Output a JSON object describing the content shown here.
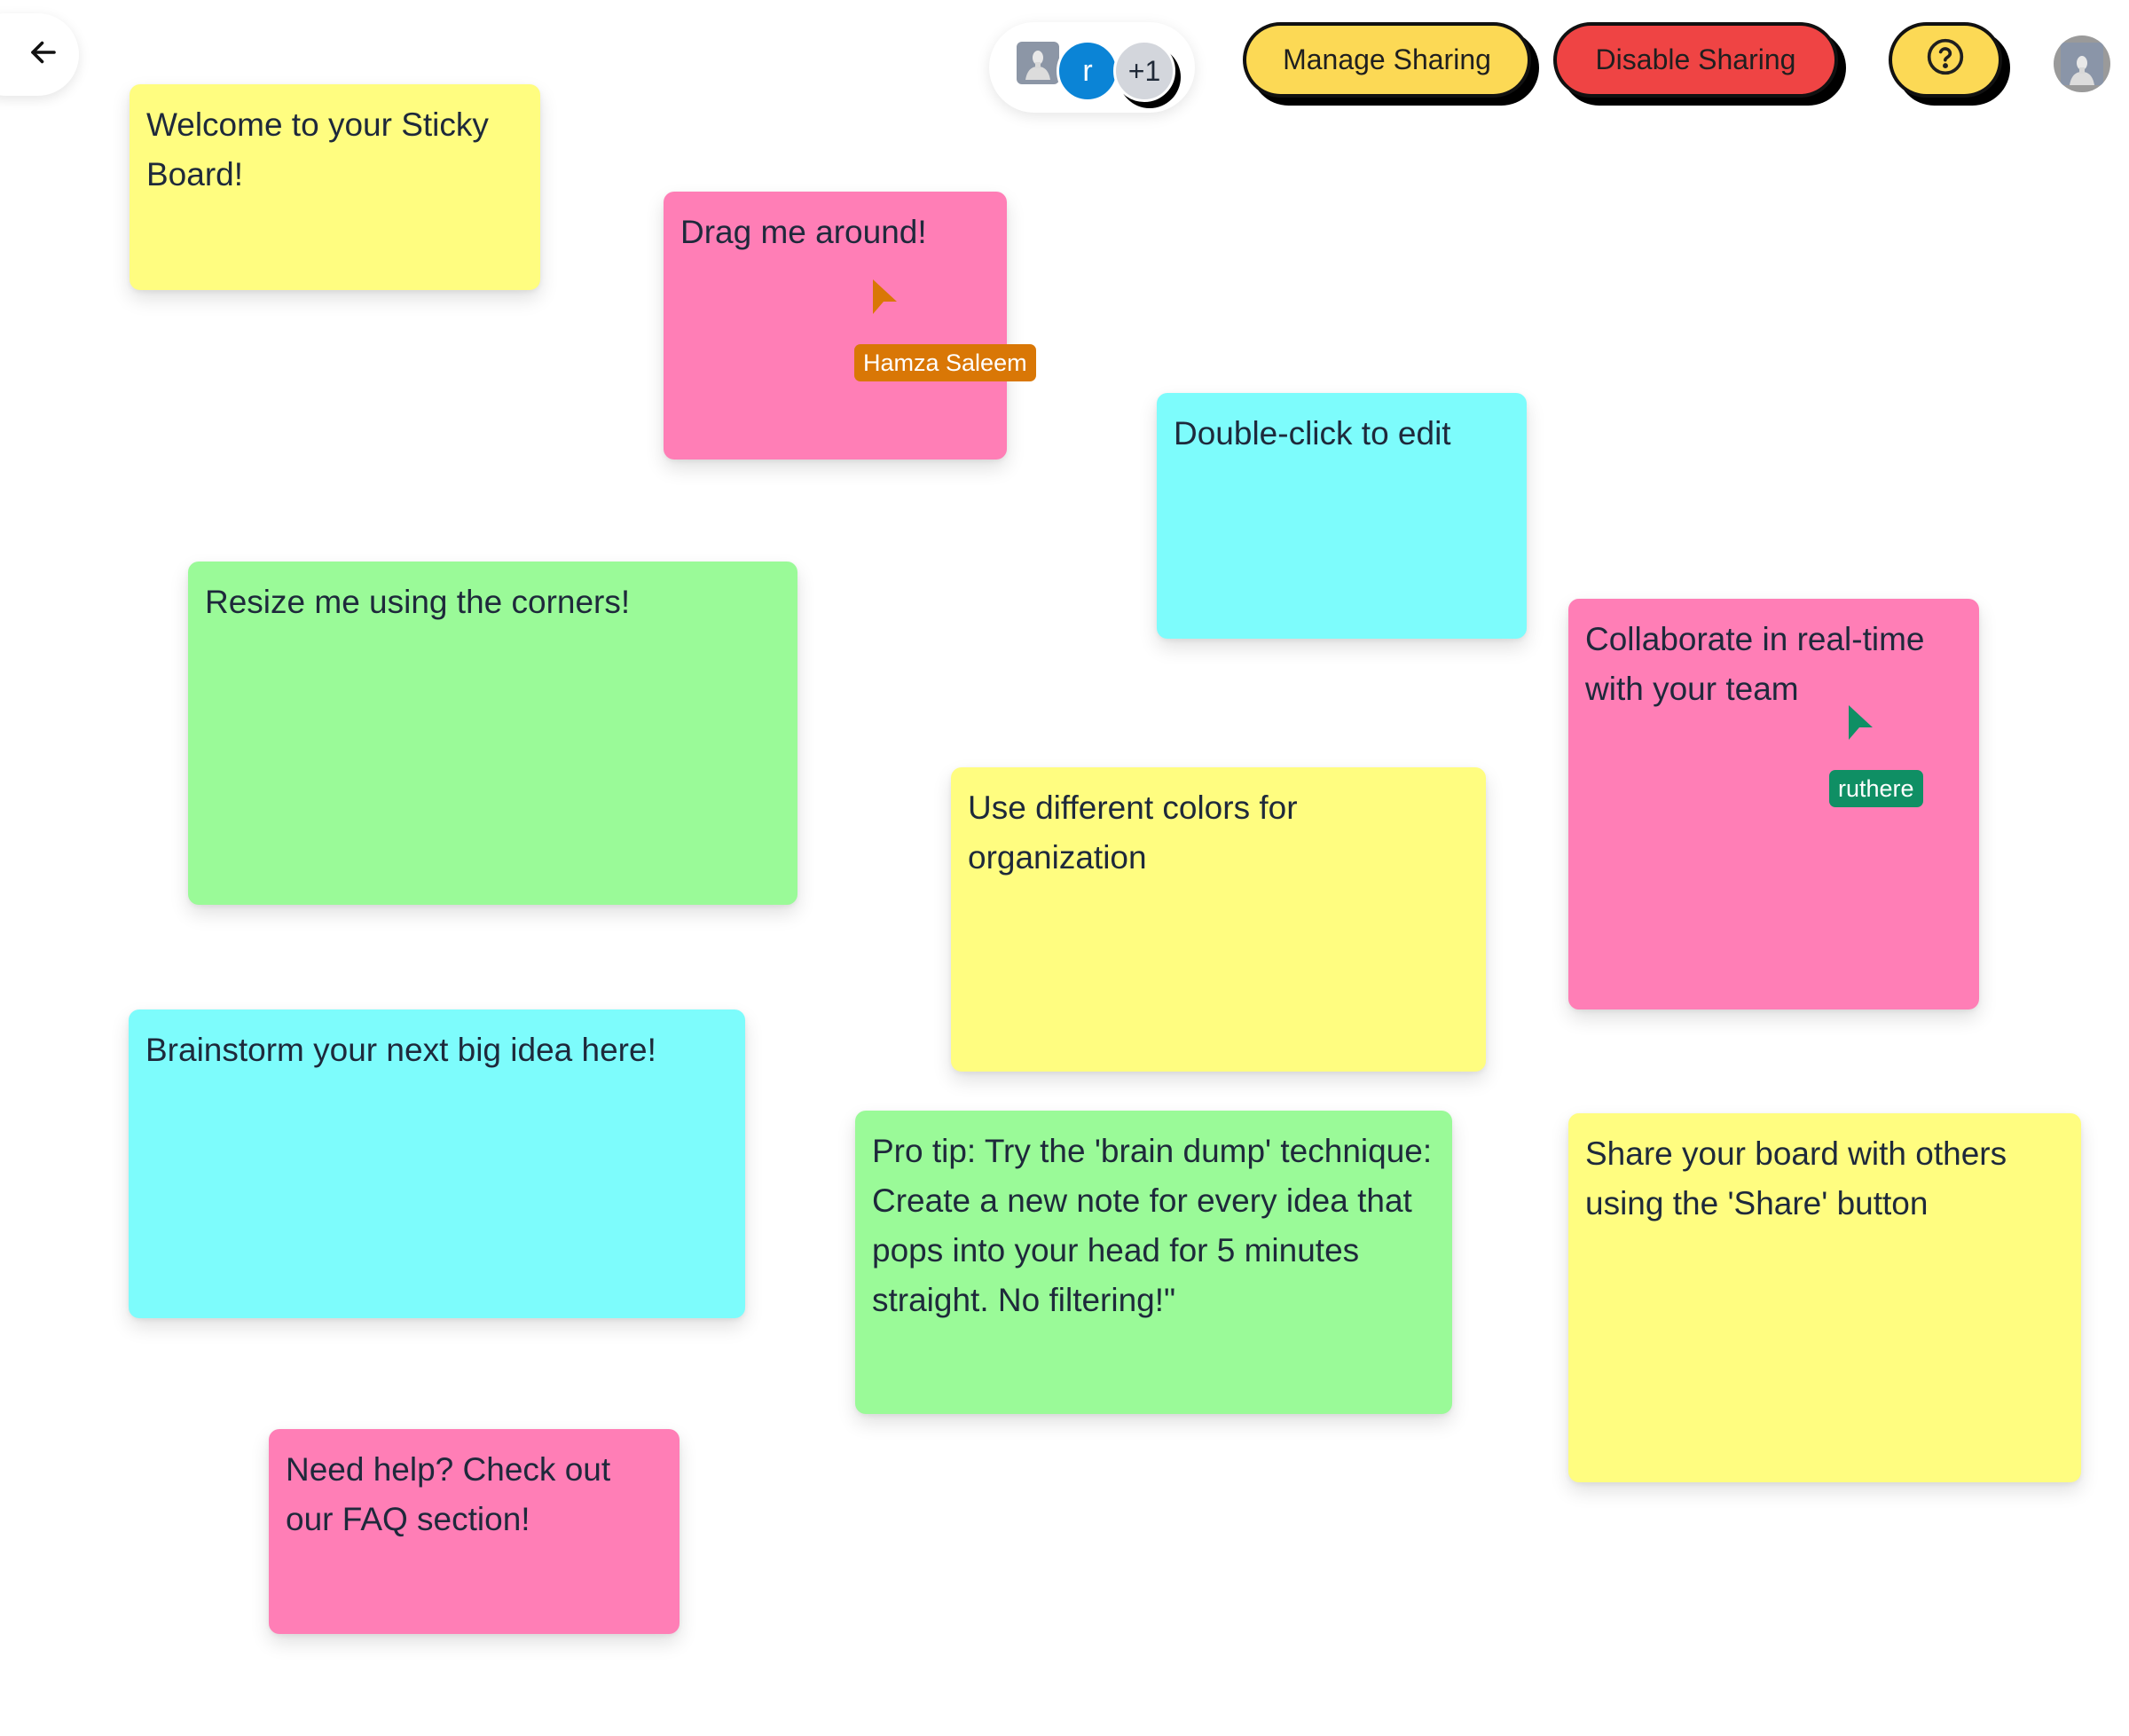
{
  "header": {
    "back_button": {
      "icon": "arrow-left-icon"
    },
    "collaborators": {
      "avatars": [
        {
          "type": "image",
          "icon": "user-photo-icon"
        },
        {
          "type": "initial",
          "initial": "r",
          "color": "#0b84d6"
        }
      ],
      "overflow_count": "+1"
    },
    "manage_sharing_label": "Manage Sharing",
    "disable_sharing_label": "Disable Sharing",
    "help_button": {
      "icon": "question-circle-icon"
    },
    "user_avatar": {
      "icon": "user-photo-icon"
    }
  },
  "colors": {
    "yellow": "#fffd80",
    "pink": "#ff7eb6",
    "cyan": "#7dfcfc",
    "green": "#9afa98",
    "manage_button": "#fcd955",
    "disable_button": "#ef4444",
    "text": "#1e293b"
  },
  "notes": [
    {
      "text": "Welcome to your Sticky Board!",
      "color": "yellow"
    },
    {
      "text": "Drag me around!",
      "color": "pink"
    },
    {
      "text": "Double-click to edit",
      "color": "cyan"
    },
    {
      "text": "Resize me using the corners!",
      "color": "green"
    },
    {
      "text": "Collaborate in real-time with your team",
      "color": "pink"
    },
    {
      "text": "Use different colors for organization",
      "color": "yellow"
    },
    {
      "text": "Brainstorm your next big idea here!",
      "color": "cyan"
    },
    {
      "text": "Pro tip: Try the 'brain dump' technique: Create a new note for every idea that pops into your head for 5 minutes straight. No filtering!\"",
      "color": "green"
    },
    {
      "text": "Share your board with others using the 'Share' button",
      "color": "yellow"
    },
    {
      "text": "Need help? Check out our FAQ section!",
      "color": "pink"
    }
  ],
  "remote_cursors": [
    {
      "name": "Hamza Saleem",
      "color": "#d97706"
    },
    {
      "name": "ruthere",
      "color": "#0f8f64"
    }
  ]
}
